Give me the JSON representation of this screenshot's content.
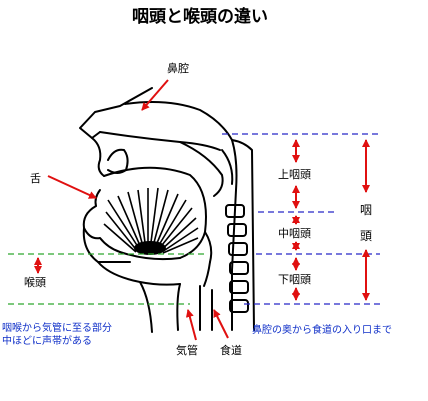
{
  "title": "咽頭と喉頭の違い",
  "labels": {
    "nasal_cavity": "鼻腔",
    "tongue": "舌",
    "larynx": "喉頭",
    "epipharynx": "上咽頭",
    "mesopharynx": "中咽頭",
    "hypopharynx": "下咽頭",
    "pharynx_char1": "咽",
    "pharynx_char2": "頭",
    "trachea": "気管",
    "esophagus": "食道"
  },
  "notes": {
    "larynx_line1": "咽喉から気管に至る部分",
    "larynx_line2": "中ほどに声帯がある",
    "pharynx": "鼻腔の奥から食道の入り口まで"
  },
  "colors": {
    "arrow": "#e01010",
    "pharynx_guide": "#2828c8",
    "larynx_guide": "#2ea82e",
    "note_text": "#1030c8"
  }
}
